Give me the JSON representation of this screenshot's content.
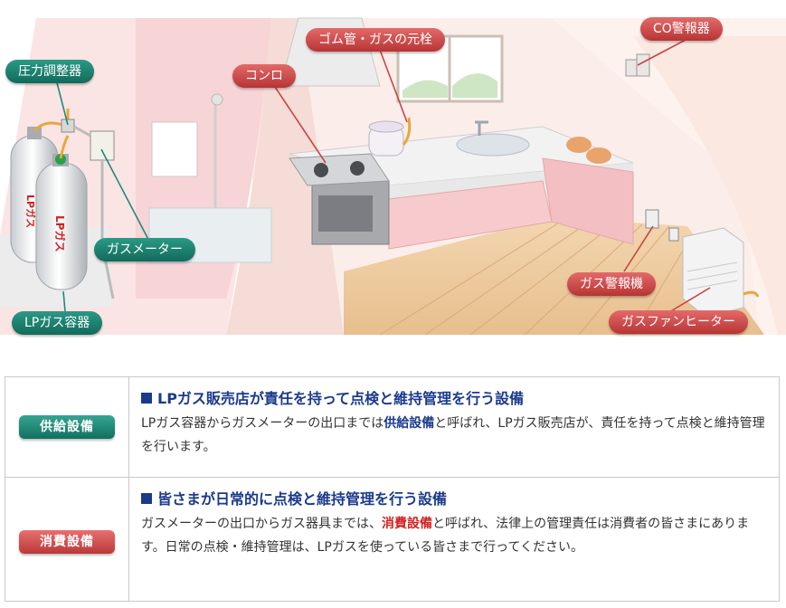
{
  "labels": {
    "pressure_regulator": "圧力調整器",
    "rubber_hose_valve": "ゴム管・ガスの元栓",
    "stove": "コンロ",
    "co_alarm": "CO警報器",
    "gas_meter": "ガスメーター",
    "lp_container": "LPガス容器",
    "gas_alarm": "ガス警報機",
    "fan_heater": "ガスファンヒーター",
    "cylinder_text_1": "LPガス",
    "cylinder_text_2": "LPガス"
  },
  "table": {
    "supply": {
      "badge": "供給設備",
      "heading": "LPガス販売店が責任を持って点検と維持管理を行う設備",
      "text_before": "LPガス容器からガスメーターの出口までは",
      "highlight": "供給設備",
      "text_after": "と呼ばれ、LPガス販売店が、責任を持って点検と維持管理を行います。"
    },
    "consumption": {
      "badge": "消費設備",
      "heading": "皆さまが日常的に点検と維持管理を行う設備",
      "text_before": "ガスメーターの出口からガス器具までは、",
      "highlight": "消費設備",
      "text_after": "と呼ばれ、法律上の管理責任は消費者の皆さまにあります。日常の点検・維持管理は、LPガスを使っている皆さまで行ってください。"
    }
  },
  "colors": {
    "green_tag": "#1e8a77",
    "red_tag": "#c94444",
    "heading_blue": "#1a3a8c",
    "highlight_red": "#d42020"
  }
}
